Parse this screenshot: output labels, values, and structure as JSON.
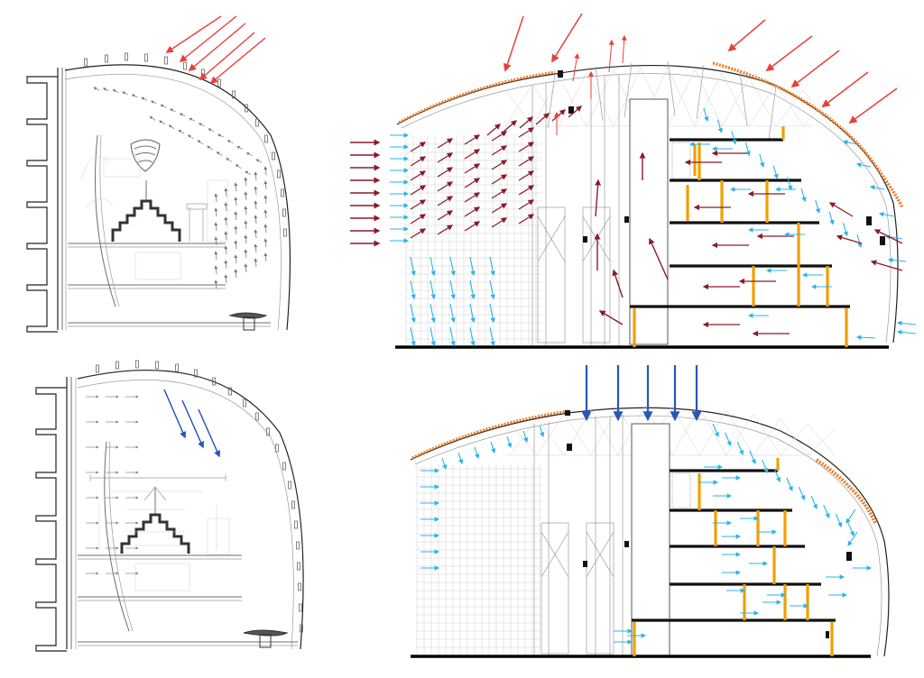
{
  "figure": {
    "panels": [
      {
        "id": "section-summer-small",
        "flow": "warm"
      },
      {
        "id": "section-summer-large",
        "flow": "warm"
      },
      {
        "id": "section-winter-small",
        "flow": "cool"
      },
      {
        "id": "section-winter-large",
        "flow": "cool"
      }
    ]
  },
  "colors": {
    "warm_arrow": "#8b1a2a",
    "sun_arrow": "#e8403a",
    "cool_arrow": "#2ab4e8",
    "solar_blue": "#2757b8",
    "roof_accent": "#f07a20",
    "column": "#f0a000",
    "slab": "#111111",
    "line": "#8a8a8a"
  },
  "icons": [
    "arrow-icon"
  ]
}
